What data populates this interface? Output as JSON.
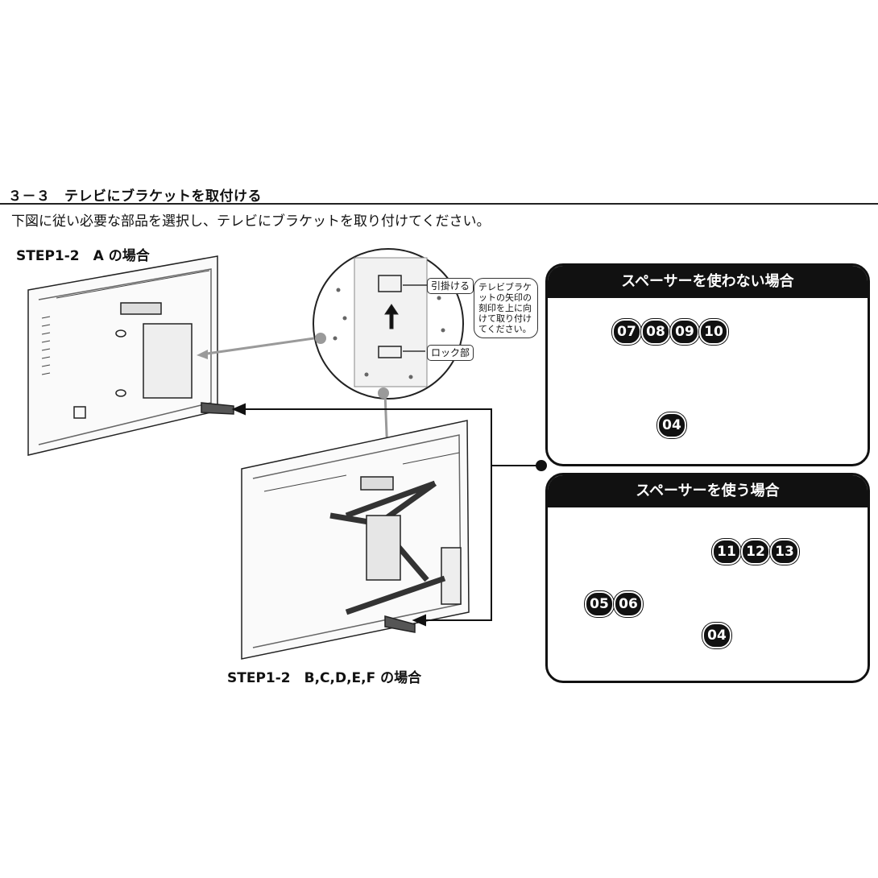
{
  "section": {
    "title": "３－３　テレビにブラケットを取付ける",
    "intro": "下図に従い必要な部品を選択し、テレビにブラケットを取り付けてください。"
  },
  "step_a": {
    "label": "STEP1-2　A の場合"
  },
  "step_b": {
    "label": "STEP1-2　B,C,D,E,F の場合"
  },
  "detail": {
    "hook_label": "引掛ける",
    "lock_label": "ロック部",
    "note": "テレビブラケットの矢印の刻印を上に向けて取り付けてください。"
  },
  "panel_no_spacer": {
    "title": "スペーサーを使わない場合",
    "screws": [
      "07",
      "08",
      "09",
      "10"
    ],
    "washer": "04"
  },
  "panel_spacer": {
    "title": "スペーサーを使う場合",
    "screws": [
      "11",
      "12",
      "13"
    ],
    "spacers": [
      "05",
      "06"
    ],
    "washer": "04"
  }
}
